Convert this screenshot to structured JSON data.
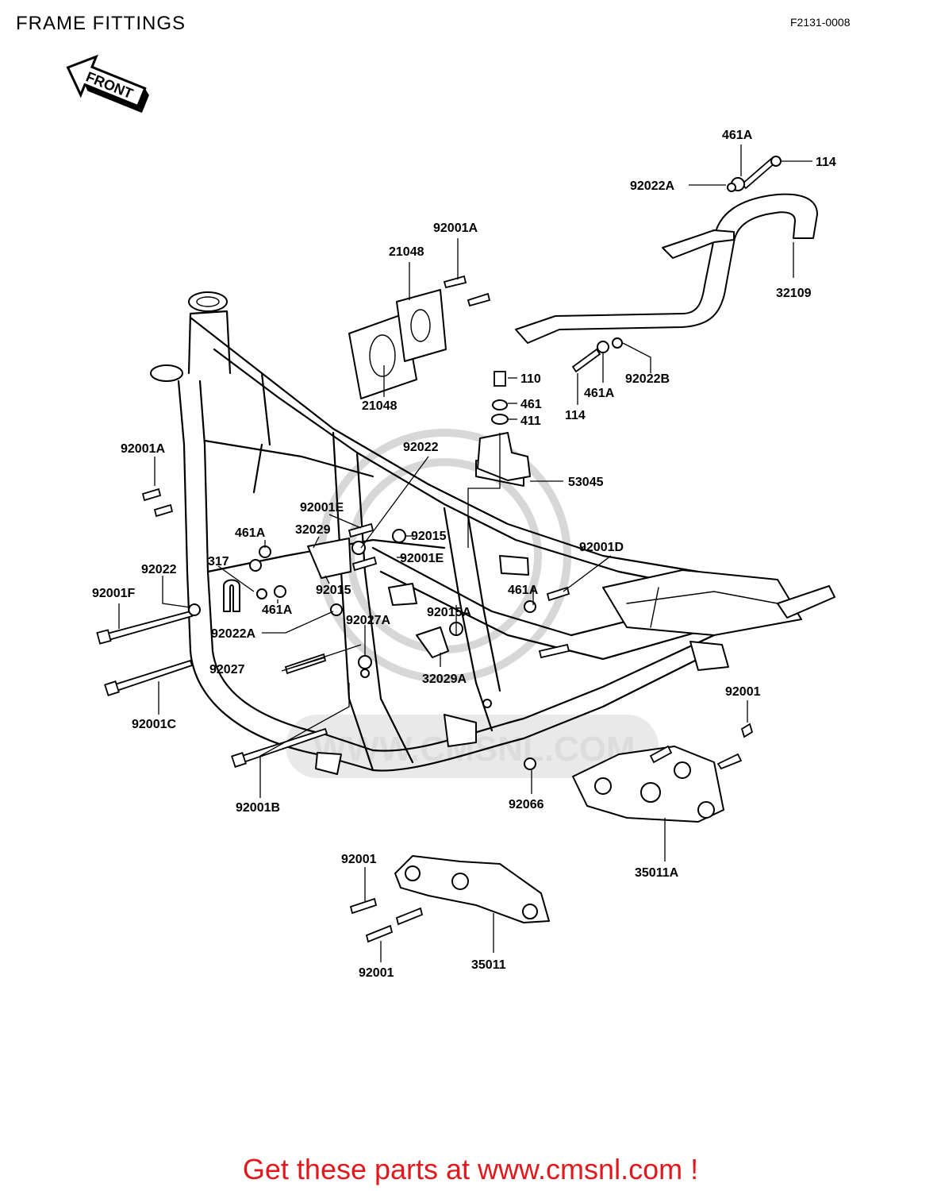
{
  "header": {
    "title": "FRAME FITTINGS",
    "figure_code": "F2131-0008"
  },
  "front_arrow": {
    "label": "FRONT"
  },
  "watermark": {
    "text": "WWW.CMSNL.COM"
  },
  "part_labels": [
    "461A",
    "114",
    "92022A",
    "32109",
    "92001A",
    "21048",
    "21048",
    "110",
    "461",
    "411",
    "114",
    "461A",
    "92022B",
    "53045",
    "92001A",
    "92022",
    "92001E",
    "32029",
    "92015",
    "92001E",
    "461A",
    "317",
    "92022",
    "92015",
    "92001F",
    "461A",
    "92022A",
    "92027A",
    "92015A",
    "461A",
    "92001D",
    "32029A",
    "92027",
    "92001C",
    "92001",
    "92001B",
    "92066",
    "35011A",
    "92001",
    "92001",
    "35011"
  ],
  "footer": {
    "text": "Get these parts at www.cmsnl.com !"
  }
}
